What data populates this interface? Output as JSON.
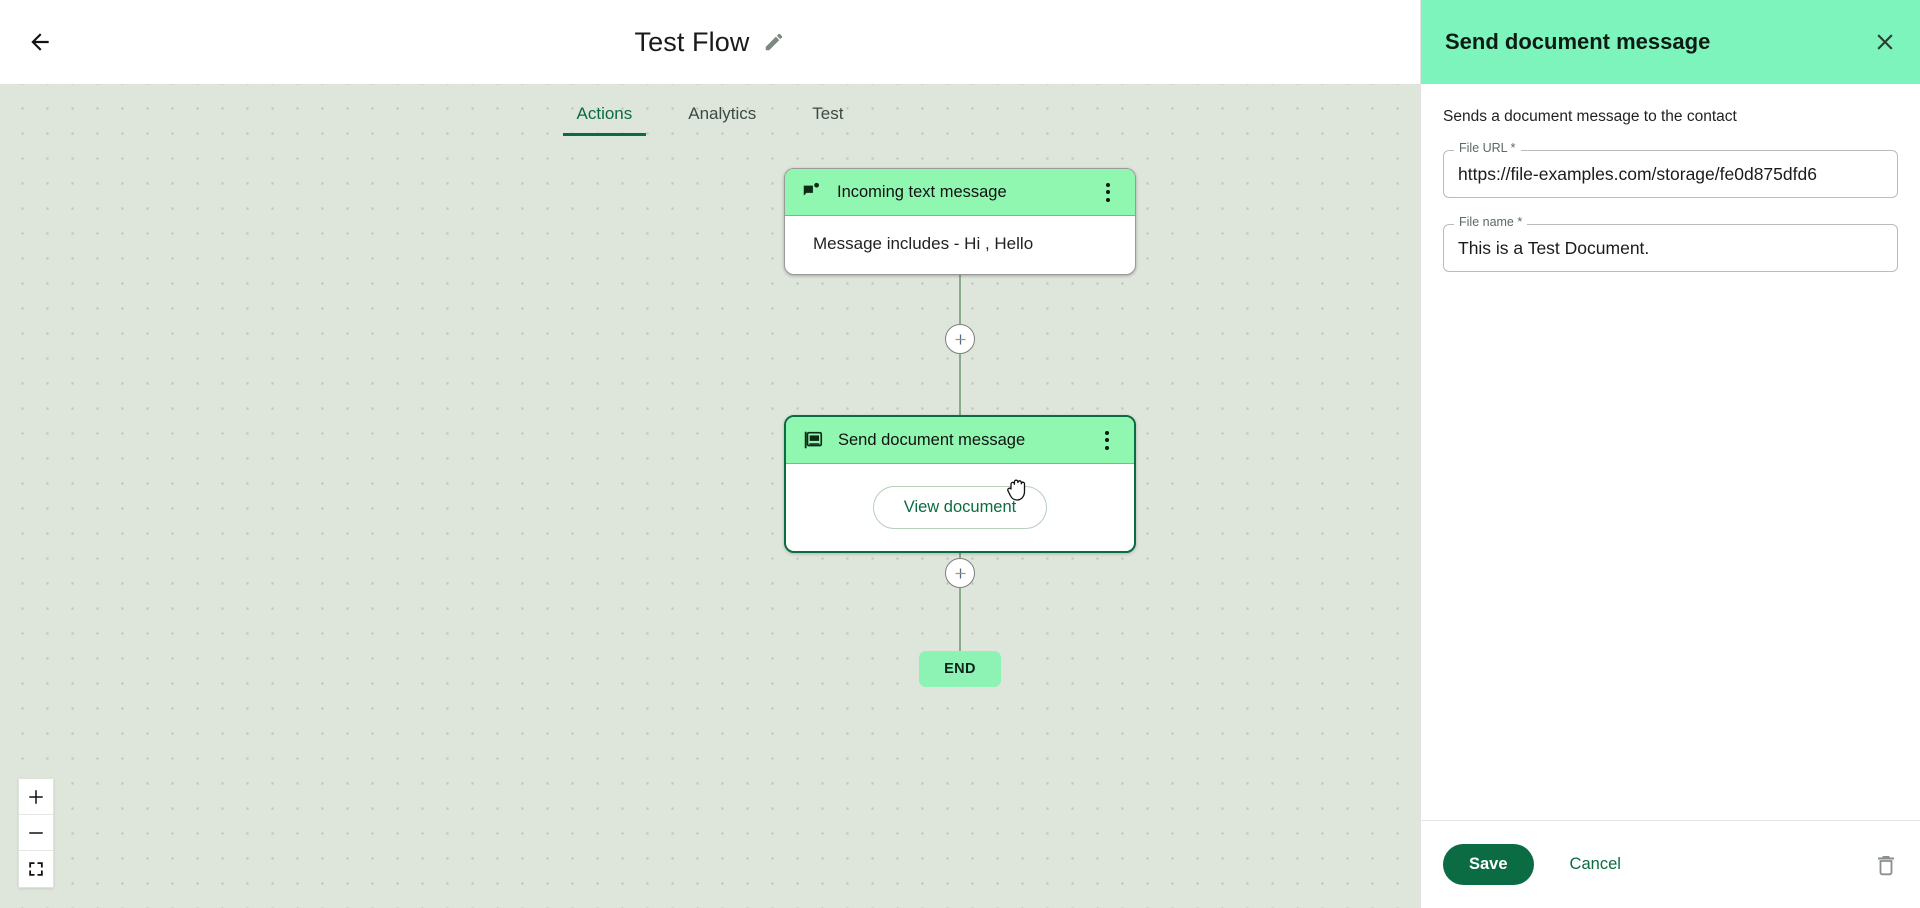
{
  "topbar": {
    "back_icon": "arrow-left-icon",
    "title": "Test Flow",
    "edit_icon": "pencil-icon"
  },
  "tabs": [
    {
      "label": "Actions",
      "active": true
    },
    {
      "label": "Analytics",
      "active": false
    },
    {
      "label": "Test",
      "active": false
    }
  ],
  "canvas": {
    "nodes": [
      {
        "id": "incoming-text-message",
        "icon": "message-flag-icon",
        "title": "Incoming text message",
        "menu_icon": "kebab-menu-icon",
        "body_text": "Message includes - Hi , Hello",
        "selected": false
      },
      {
        "id": "send-document-message",
        "icon": "pdf-document-icon",
        "title": "Send document message",
        "menu_icon": "kebab-menu-icon",
        "button_label": "View document",
        "selected": true
      }
    ],
    "add_button_icon": "plus-icon",
    "end_label": "END",
    "zoom_controls": [
      {
        "name": "zoom-in",
        "icon": "plus-icon"
      },
      {
        "name": "zoom-out",
        "icon": "minus-icon"
      },
      {
        "name": "fit-to-screen",
        "icon": "fullscreen-icon"
      }
    ],
    "cursor": "grab-hand-cursor"
  },
  "panel": {
    "title": "Send document message",
    "close_icon": "close-icon",
    "description": "Sends a document message to the contact",
    "fields": [
      {
        "label": "File URL *",
        "value": "https://file-examples.com/storage/fe0d875dfd6"
      },
      {
        "label": "File name *",
        "value": "This is a Test Document."
      }
    ],
    "save_label": "Save",
    "cancel_label": "Cancel",
    "delete_icon": "trash-icon"
  },
  "colors": {
    "canvas_bg": "#dee6dc",
    "node_header": "#90f7b0",
    "panel_header": "#7df4bc",
    "accent_green": "#0b6b42",
    "end_node": "#8df3b5"
  }
}
